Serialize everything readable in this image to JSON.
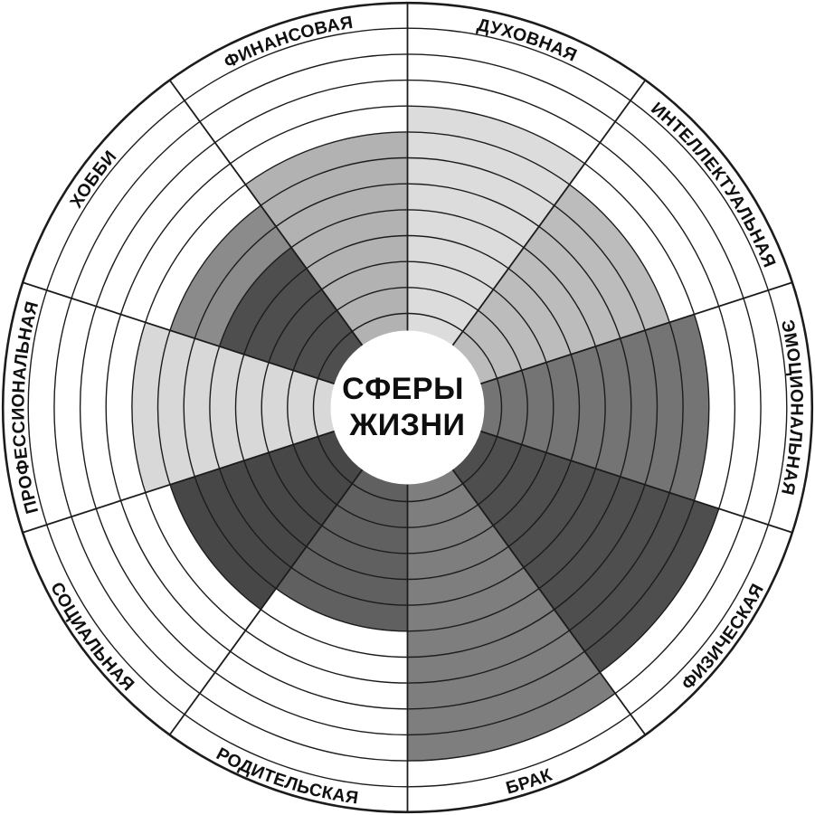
{
  "page": {
    "background": "#ffffff",
    "line_color": "#1c1c1c"
  },
  "center": {
    "line1": "СФЕРЫ",
    "line2": "ЖИЗНИ"
  },
  "chart_data": {
    "type": "polar-wheel",
    "title": "СФЕРЫ ЖИЗНИ",
    "rings_total": 11,
    "grid": "concentric circles with 10 radial sector dividers, outer ring band holds labels",
    "legend_position": "labels on outer rim band",
    "sectors": [
      {
        "label": "ДУХОВНАЯ",
        "slug": "dukhovnaya",
        "angle_mid_deg": 72,
        "level": 8,
        "color": "#dcdcdc",
        "label_arc": "top"
      },
      {
        "label": "ИНТЕЛЛЕКТУАЛЬНАЯ",
        "slug": "intellektualnaya",
        "angle_mid_deg": 36,
        "level": 7,
        "color": "#bcbcbc",
        "label_arc": "top"
      },
      {
        "label": "ЭМОЦИОНАЛЬНАЯ",
        "slug": "emotsionalnaya",
        "angle_mid_deg": 0,
        "level": 8,
        "color": "#747474",
        "label_arc": "top"
      },
      {
        "label": "ФИЗИЧЕСКАЯ",
        "slug": "fizicheskaya",
        "angle_mid_deg": -36,
        "level": 9,
        "color": "#4e4e4e",
        "label_arc": "bottom"
      },
      {
        "label": "БРАК",
        "slug": "brak",
        "angle_mid_deg": -72,
        "level": 10,
        "color": "#7e7e7e",
        "label_arc": "bottom"
      },
      {
        "label": "РОДИТЕЛЬСКАЯ",
        "slug": "roditelskaya",
        "angle_mid_deg": -108,
        "level": 5,
        "color": "#606060",
        "label_arc": "bottom"
      },
      {
        "label": "СОЦИАЛЬНАЯ",
        "slug": "sotsialnaya",
        "angle_mid_deg": -144,
        "level": 6,
        "color": "#474747",
        "label_arc": "bottom"
      },
      {
        "label": "ПРОФЕССИОНАЛЬНАЯ",
        "slug": "professionalnaya",
        "angle_mid_deg": 180,
        "level": 7,
        "color": "#d8d8d8",
        "label_arc": "top"
      },
      {
        "label": "ХОББИ",
        "slug": "khobbi",
        "angle_mid_deg": 144,
        "level": 6,
        "color": "#8b8b8b",
        "inner_level": 4,
        "inner_color": "#4e4e4e",
        "label_arc": "top"
      },
      {
        "label": "ФИНАНСОВАЯ",
        "slug": "finansovaya",
        "angle_mid_deg": 108,
        "level": 7,
        "color": "#b2b2b2",
        "label_arc": "top"
      }
    ]
  }
}
